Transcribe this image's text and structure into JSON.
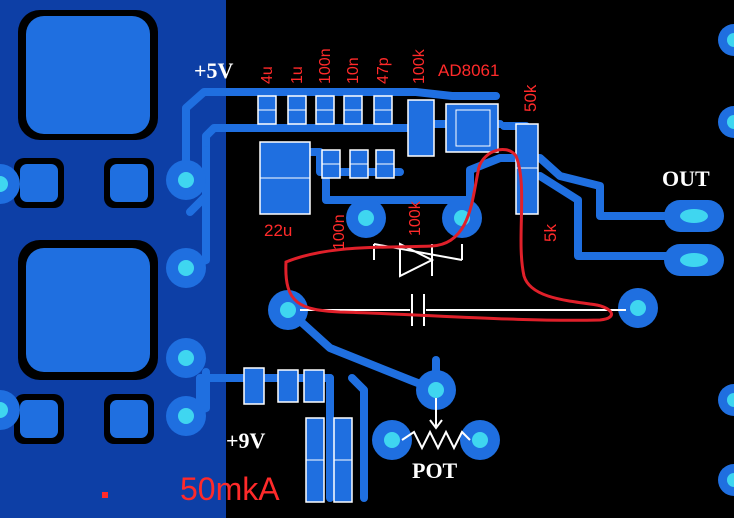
{
  "colors": {
    "background": "#000000",
    "copper_pour": "#0d3fa6",
    "copper": "#1f6fe0",
    "pad": "#1f6fe0",
    "pad_hole": "#3fd6f0",
    "silkscreen_text": "#ff2a2a",
    "component_outline": "#ffffff",
    "net_label": "#ffffff",
    "hand_drawn_mark": "#e0202a"
  },
  "labels": {
    "v5": "+5V",
    "v9": "+9V",
    "out": "OUT",
    "pot": "POT",
    "current": "50mkA",
    "c_4u": "4u",
    "c_1u": "1u",
    "c_100n_a": "100n",
    "c_10n": "10n",
    "c_47p": "47p",
    "r_100k_a": "100k",
    "ic": "AD8061",
    "r_50k": "50k",
    "c_22u": "22u",
    "c_100n_b": "100n",
    "r_100k_b": "100k",
    "r_5k": "5k"
  }
}
